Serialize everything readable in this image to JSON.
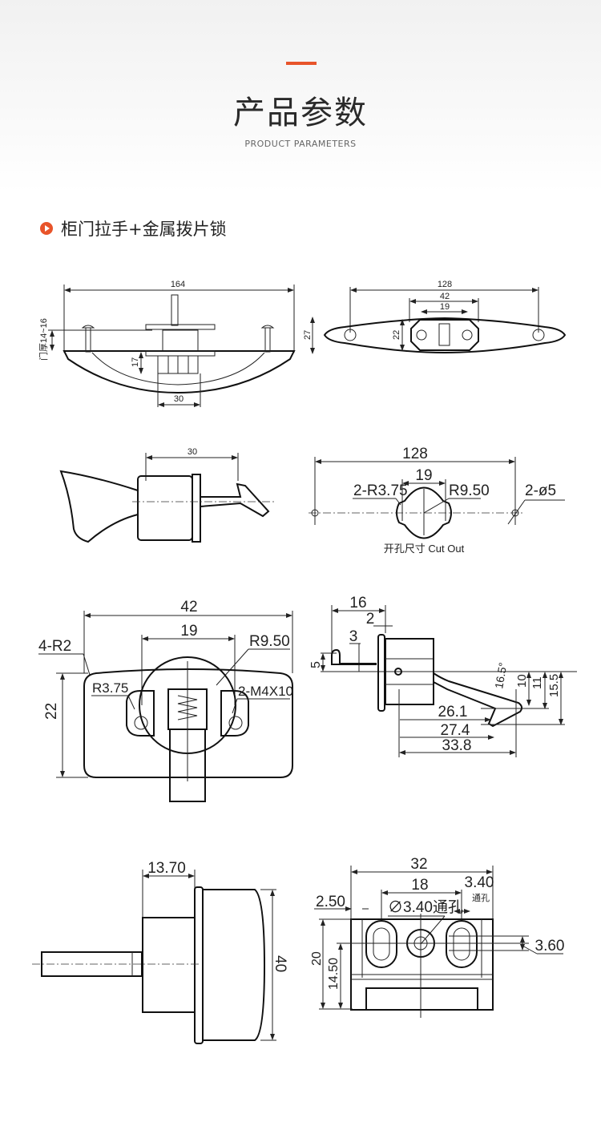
{
  "header": {
    "title": "产品参数",
    "subtitle": "PRODUCT PARAMETERS"
  },
  "section": {
    "title": "柜门拉手+金属拨片锁",
    "icon": "play-circle-icon",
    "accent_color": "#e8542a"
  },
  "drawings": {
    "front_view": {
      "width": "164",
      "door_thickness": "门厚14~16",
      "depth": "17",
      "base": "30"
    },
    "top_view": {
      "length": "128",
      "plate": "42",
      "hole_spacing": "19",
      "height": "27",
      "plate_height": "22"
    },
    "side_view": {
      "width": "30"
    },
    "cutout": {
      "spacing": "128",
      "hole": "19",
      "corner_radius": "2-R3.75",
      "radius": "R9.50",
      "mount_holes": "2-ø5",
      "caption": "开孔尺寸 Cut Out"
    },
    "lock_front": {
      "width": "42",
      "hole_spacing": "19",
      "corner": "4-R2",
      "radius": "R9.50",
      "hole_radius": "R3.75",
      "screws": "2-M4X10",
      "height": "22"
    },
    "lock_side": {
      "length": "16",
      "flange": "2",
      "tab": "3",
      "tab_height": "5",
      "angle": "16.5°",
      "d10": "10",
      "d11": "11",
      "d15": "15.5",
      "d26": "26.1",
      "d27": "27.4",
      "d33": "33.8"
    },
    "lock_profile": {
      "width": "13.70",
      "height": "40"
    },
    "lock_bottom": {
      "width": "32",
      "spacing": "18",
      "slot": "3.40",
      "slot_note": "通孔",
      "hole": "∅3.40通孔",
      "edge": "2.50",
      "height": "20",
      "offset": "14.50",
      "slot_height": "3.60"
    }
  }
}
